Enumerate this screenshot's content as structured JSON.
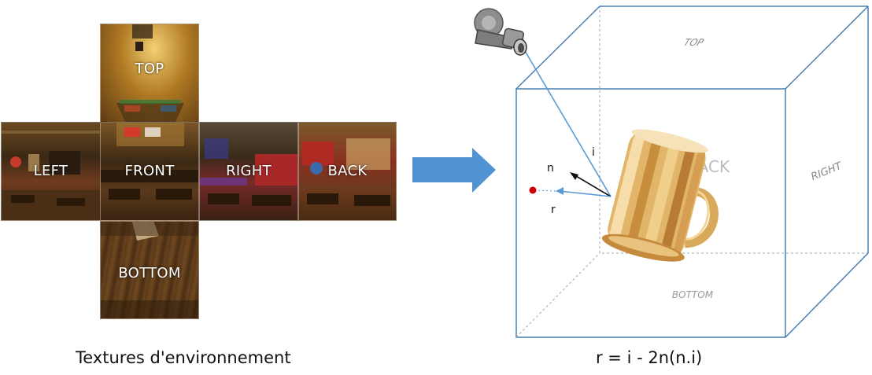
{
  "cubemap": {
    "top_label": "TOP",
    "left_label": "LEFT",
    "front_label": "FRONT",
    "right_label": "RIGHT",
    "back_label": "BACK",
    "bottom_label": "BOTTOM",
    "caption": "Textures d'environnement"
  },
  "scene": {
    "top_label": "TOP",
    "back_label": "BACK",
    "right_label": "RIGHT",
    "bottom_label": "BOTTOM",
    "incident_label": "i",
    "normal_label": "n",
    "reflected_label": "r",
    "formula": "r = i - 2n(n.i)",
    "camera_icon": "camera-icon",
    "object_icon": "beer-mug-icon"
  },
  "colors": {
    "cube_edge": "#4a7fb0",
    "arrow_fill": "#4f93d2",
    "incident_ray": "#5b9bd5",
    "normal_ray": "#111111",
    "reflect_point": "#cc0000"
  }
}
